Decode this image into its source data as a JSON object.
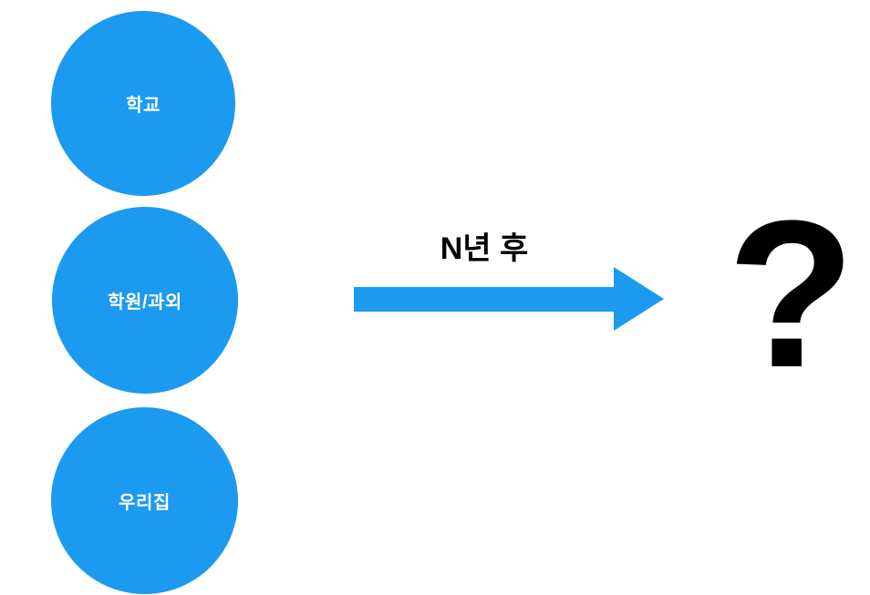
{
  "diagram": {
    "title": "present-to-future-question",
    "nodes": [
      {
        "id": "school",
        "label": "학교"
      },
      {
        "id": "academy",
        "label": "학원/과외"
      },
      {
        "id": "home",
        "label": "우리집"
      }
    ],
    "arrow": {
      "label": "N년 후",
      "direction": "right"
    },
    "result": {
      "symbol": "?"
    }
  },
  "colors": {
    "accent": "#1b9af0",
    "text_on_accent": "#ffffff",
    "label_text": "#000000",
    "background": "#ffffff"
  }
}
